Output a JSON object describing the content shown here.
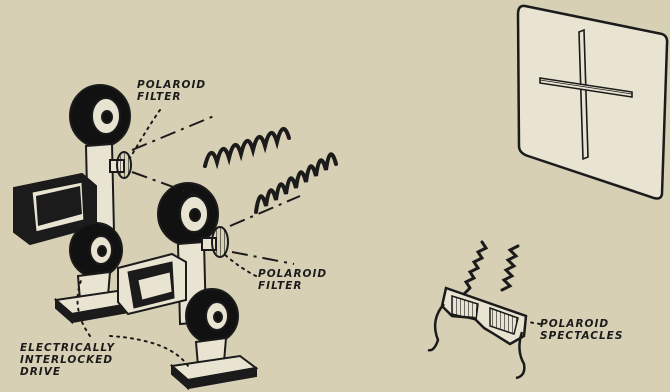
{
  "labels": {
    "polaroid_filter_top": [
      "POLAROID",
      "FILTER"
    ],
    "polaroid_filter_mid": [
      "POLAROID",
      "FILTER"
    ],
    "polaroid_spectacles": [
      "POLAROID",
      "SPECTACLES"
    ],
    "interlocked_drive": [
      "ELECTRICALLY",
      "INTERLOCKED",
      "DRIVE"
    ]
  },
  "colors": {
    "paper": "#d8d0b4",
    "ink": "#1b1b1b",
    "screen": "#e9e4d2"
  }
}
